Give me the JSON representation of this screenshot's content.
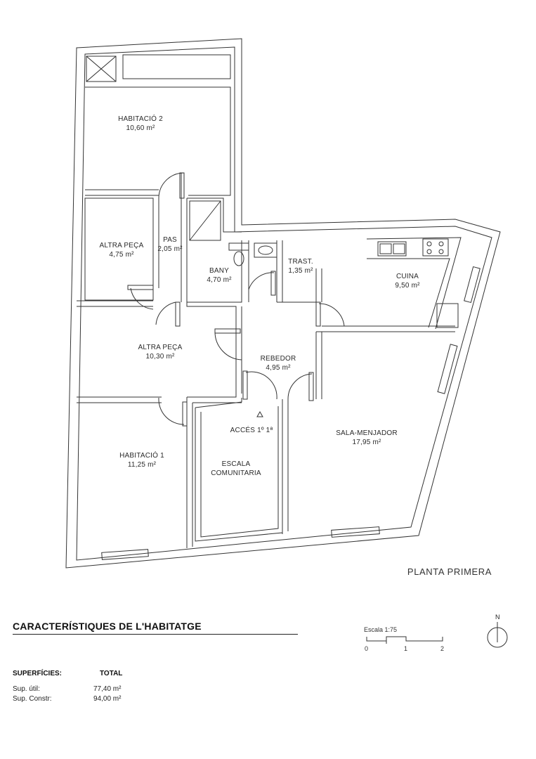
{
  "plan": {
    "title": "PLANTA PRIMERA",
    "rooms": [
      {
        "id": "habitacio-2",
        "name": "HABITACIÓ 2",
        "area": "10,60 m²"
      },
      {
        "id": "altra-peca-small",
        "name": "ALTRA PEÇA",
        "area": "4,75 m²"
      },
      {
        "id": "pas",
        "name": "PAS",
        "area": "2,05 m²"
      },
      {
        "id": "bany",
        "name": "BANY",
        "area": "4,70 m²"
      },
      {
        "id": "trast",
        "name": "TRAST.",
        "area": "1,35 m²"
      },
      {
        "id": "cuina",
        "name": "CUINA",
        "area": "9,50 m²"
      },
      {
        "id": "altra-peca-large",
        "name": "ALTRA PEÇA",
        "area": "10,30 m²"
      },
      {
        "id": "rebedor",
        "name": "REBEDOR",
        "area": "4,95 m²"
      },
      {
        "id": "acces",
        "name": "ACCÉS 1º 1ª",
        "area": ""
      },
      {
        "id": "sala-menjador",
        "name": "SALA-MENJADOR",
        "area": "17,95 m²"
      },
      {
        "id": "habitacio-1",
        "name": "HABITACIÓ 1",
        "area": "11,25 m²"
      },
      {
        "id": "escala",
        "name": "ESCALA",
        "area": "COMUNITARIA"
      }
    ]
  },
  "info": {
    "title": "CARACTERÍSTIQUES DE L'HABITATGE",
    "superficies_label": "SUPERFÍCIES:",
    "total_label": "TOTAL",
    "rows": [
      {
        "label": "Sup. útil:",
        "value": "77,40 m²"
      },
      {
        "label": "Sup. Constr:",
        "value": "94,00 m²"
      }
    ]
  },
  "scale": {
    "label": "Escala 1:75",
    "ticks": [
      "0",
      "1",
      "2"
    ]
  },
  "north": {
    "label": "N"
  },
  "colors": {
    "wall_line": "#333333",
    "background": "#ffffff"
  }
}
